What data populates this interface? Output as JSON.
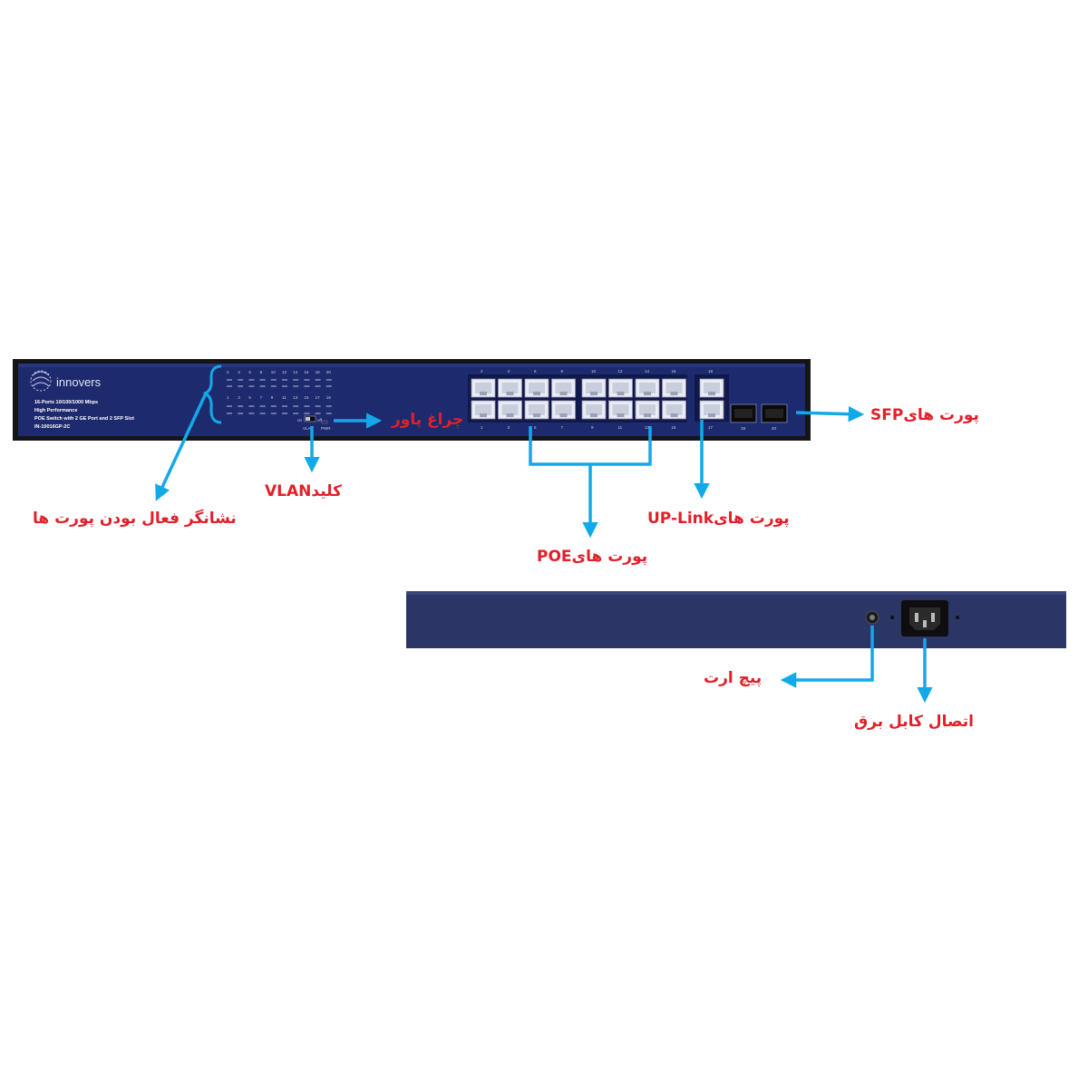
{
  "front_panel": {
    "brand": "innovers",
    "model_text": [
      "16-Ports 10/100/1000 Mbps",
      "High Performance",
      "POE Switch with 2 GE Port and 2 SFP Slot",
      "IN-10016GP-2C"
    ],
    "led_top_numbers": [
      "2",
      "4",
      "6",
      "8",
      "10",
      "12",
      "14",
      "16",
      "18",
      "20"
    ],
    "led_bottom_numbers": [
      "1",
      "3",
      "5",
      "7",
      "9",
      "11",
      "13",
      "15",
      "17",
      "19"
    ],
    "switch_labels": {
      "on": "on",
      "off": "off",
      "vlan": "VLAN",
      "pwr": "PWR"
    },
    "port_top_numbers": [
      "2",
      "4",
      "6",
      "8",
      "10",
      "12",
      "14",
      "16"
    ],
    "port_bottom_numbers": [
      "1",
      "3",
      "5",
      "7",
      "9",
      "11",
      "13",
      "15"
    ],
    "uplink_top_number": "18",
    "uplink_bottom_number": "17",
    "sfp_numbers": [
      "19",
      "20"
    ]
  },
  "callouts": {
    "power_led": "چراغ پاور",
    "sfp_ports": "پورت هایSFP",
    "vlan_switch": "کلیدVLAN",
    "port_indicators": "نشانگر فعال بودن پورت ها",
    "uplink_ports": "پورت هایUP-Link",
    "poe_ports": "پورت هایPOE",
    "ground_screw": "پیچ ارت",
    "power_connector": "اتصال کابل برق"
  },
  "colors": {
    "panel": "#1e2a6e",
    "back_panel": "#2b3566",
    "frame": "#1a1a1a",
    "arrow": "#12a9e8",
    "callout_text": "#e0202a"
  }
}
